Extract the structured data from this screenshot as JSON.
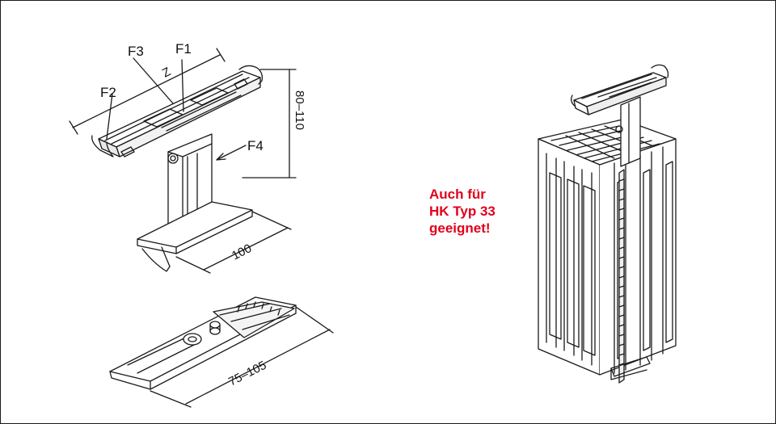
{
  "labels": {
    "f1": "F1",
    "f2": "F2",
    "f3": "F3",
    "f4": "F4",
    "z": "Z"
  },
  "dimensions": {
    "height_range": "80–110",
    "base_depth": "100",
    "slide_range": "75–105"
  },
  "note": {
    "lines": [
      "Auch für",
      "HK Typ 33",
      "geeignet!"
    ],
    "color": "#e1001a"
  }
}
